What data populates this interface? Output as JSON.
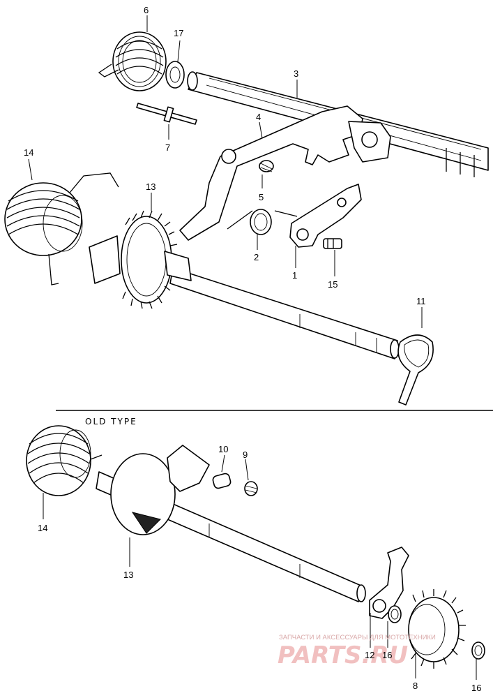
{
  "section_label": "OLD TYPE",
  "callouts": {
    "c1": "1",
    "c2": "2",
    "c3": "3",
    "c4": "4",
    "c5": "5",
    "c6": "6",
    "c7": "7",
    "c8": "8",
    "c9": "9",
    "c10": "10",
    "c11": "11",
    "c12": "12",
    "c13_top": "13",
    "c13_bottom": "13",
    "c14_top": "14",
    "c14_bottom": "14",
    "c15": "15",
    "c16_a": "16",
    "c16_b": "16",
    "c17": "17"
  },
  "watermark": {
    "line": "ЗАПЧАСТИ И АКСЕССУАРЫ ДЛЯ МОТОТЕХНИКИ",
    "logo": "PARTS.RU"
  }
}
